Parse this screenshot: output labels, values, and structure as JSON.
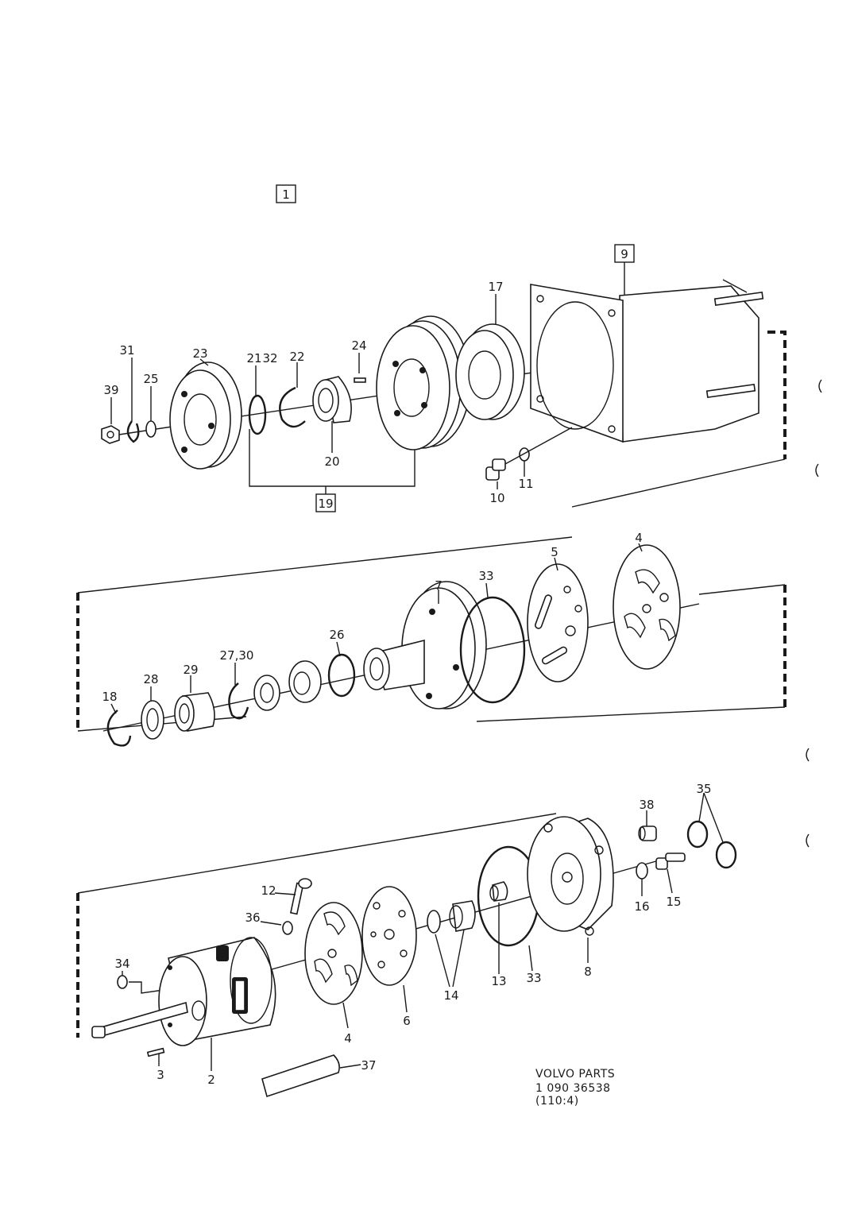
{
  "diagram": {
    "group_boxes": {
      "top": "1",
      "section1_housing": "9",
      "section1_clutch": "19"
    },
    "section1_labels": {
      "p39": "39",
      "p31": "31",
      "p25": "25",
      "p23": "23",
      "p21": "21",
      "p32": "32",
      "p22": "22",
      "p24": "24",
      "p20": "20",
      "p17": "17",
      "p10": "10",
      "p11": "11"
    },
    "section2_labels": {
      "p18": "18",
      "p28": "28",
      "p29": "29",
      "p27_30": "27,30",
      "p26": "26",
      "p7": "7",
      "p33": "33",
      "p5": "5",
      "p4": "4"
    },
    "section3_labels": {
      "p34": "34",
      "p3": "3",
      "p2": "2",
      "p36": "36",
      "p12": "12",
      "p4": "4",
      "p6": "6",
      "p14": "14",
      "p13": "13",
      "p33": "33",
      "p8": "8",
      "p38": "38",
      "p16": "16",
      "p15": "15",
      "p35": "35",
      "p37": "37"
    },
    "footer": {
      "line1": "VOLVO  PARTS",
      "line2": "1 090   36538",
      "line3": "(110:4)"
    }
  }
}
